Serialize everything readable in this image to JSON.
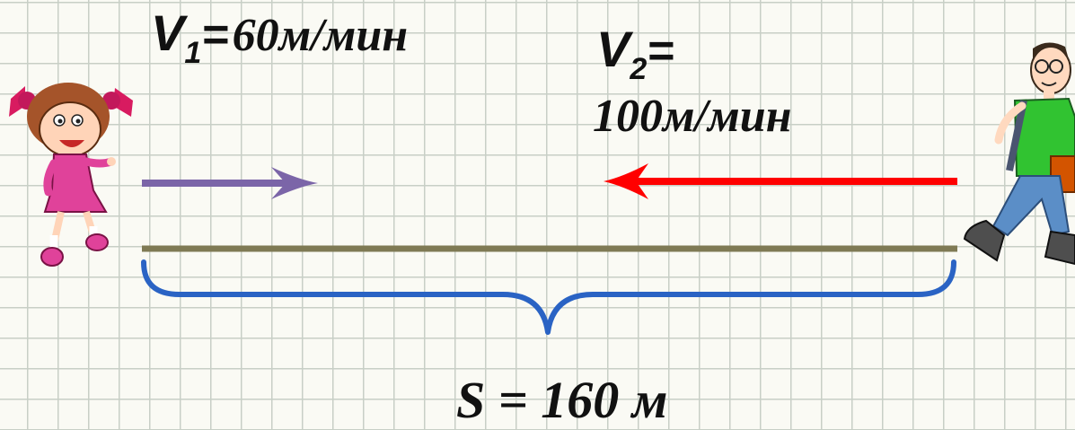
{
  "labels": {
    "v1_symbol": "V",
    "v1_subscript": "1",
    "v1_equals": "=",
    "v1_value": "60м/мин",
    "v2_symbol": "V",
    "v2_subscript": "2",
    "v2_equals": "=",
    "v2_value": "100м/мин",
    "distance": "S = 160 м"
  },
  "colors": {
    "arrow_left_character": "#7b65a8",
    "arrow_right_character": "#ff0000",
    "track": "#7f7a54",
    "brace": "#2a63c4",
    "grid": "#c8cfc6"
  },
  "characters": {
    "left": "girl-walking-right",
    "right": "boy-walking-left"
  }
}
